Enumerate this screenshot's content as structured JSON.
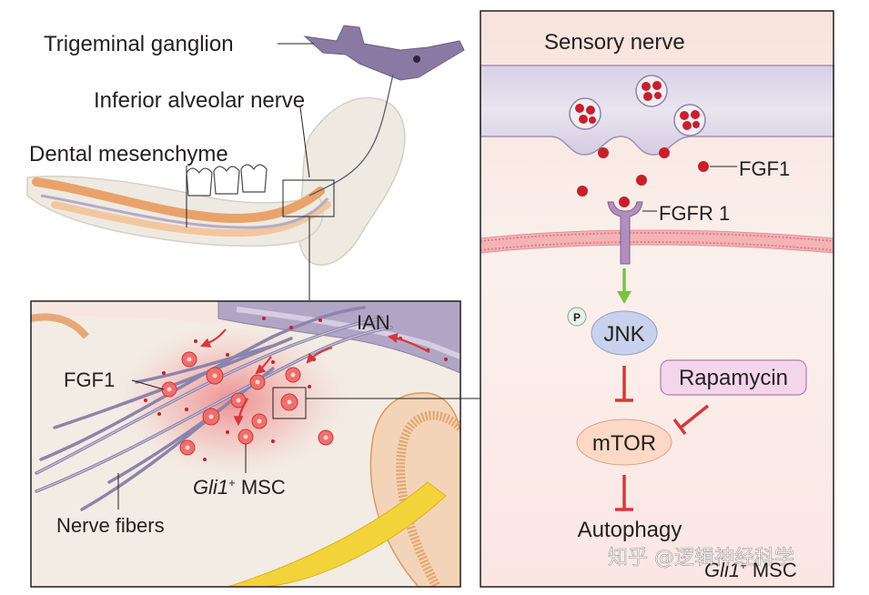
{
  "left_panel": {
    "labels": {
      "trigeminal_ganglion": "Trigeminal ganglion",
      "inferior_alveolar_nerve": "Inferior alveolar nerve",
      "dental_mesenchyme": "Dental mesenchyme"
    }
  },
  "inset_panel": {
    "labels": {
      "ian": "IAN",
      "fgf1": "FGF1",
      "gli1_msc_gene": "Gli1",
      "gli1_msc_sup": "+",
      "gli1_msc_rest": " MSC",
      "nerve_fibers": "Nerve fibers"
    }
  },
  "right_panel": {
    "labels": {
      "sensory_nerve": "Sensory nerve",
      "fgf1": "FGF1",
      "fgfr1": "FGFR 1",
      "phospho": "P",
      "jnk": "JNK",
      "rapamycin": "Rapamycin",
      "mtor": "mTOR",
      "autophagy": "Autophagy",
      "cell_gene": "Gli1",
      "cell_sup": "+",
      "cell_rest": " MSC"
    },
    "colors": {
      "activation_arrow": "#7cc242",
      "inhibition": "#d7373a",
      "fgf1_dot": "#c8202a",
      "receptor": "#9b6fa8"
    }
  },
  "watermark": "知乎 @逻辑神经科学"
}
